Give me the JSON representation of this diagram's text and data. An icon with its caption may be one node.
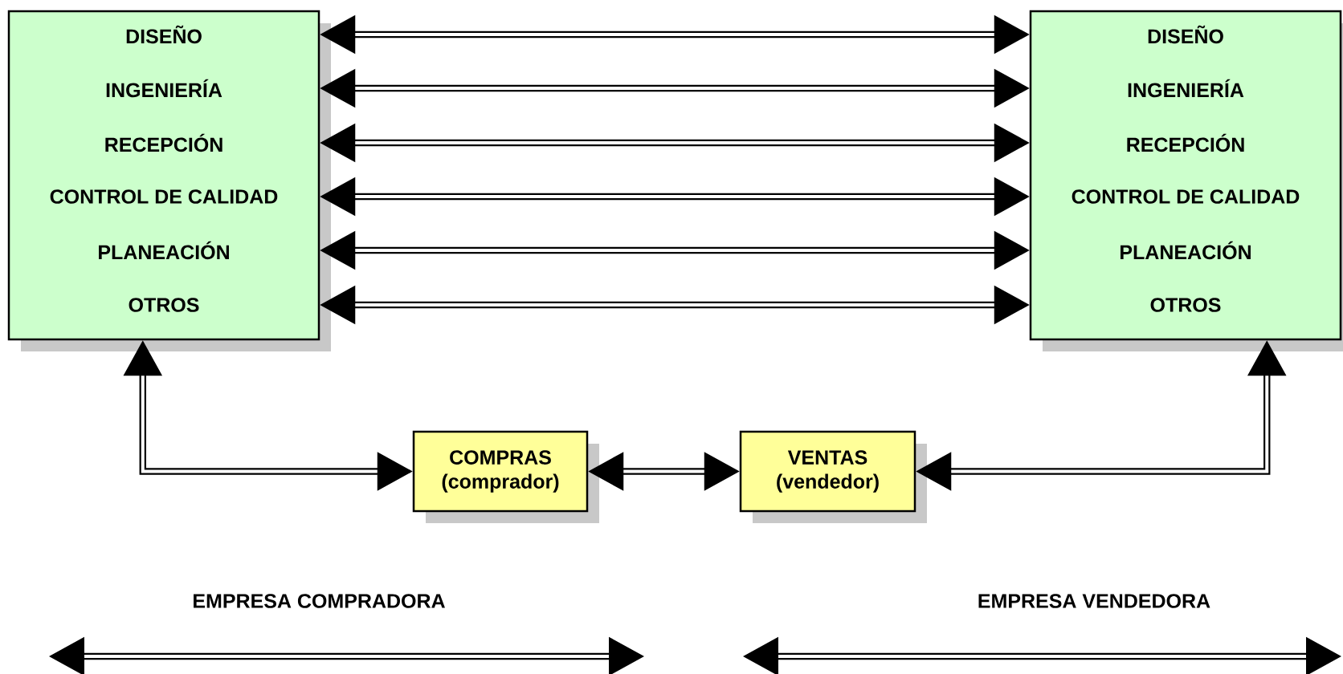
{
  "diagram": {
    "nodes": [
      {
        "text": [
          "DISEÑO",
          "INGENIERÍA",
          "RECEPCIÓN",
          "CONTROL DE CALIDAD",
          "PLANEACIÓN",
          "OTROS"
        ]
      },
      {
        "text": [
          "DISEÑO",
          "INGENIERÍA",
          "RECEPCIÓN",
          "CONTROL DE CALIDAD",
          "PLANEACIÓN",
          "OTROS"
        ]
      },
      {
        "text": [
          "COMPRAS",
          "(comprador)"
        ]
      },
      {
        "text": [
          "VENTAS",
          "(vendedor)"
        ]
      }
    ],
    "edges": [
      {
        "from": 0,
        "to": 1,
        "arrow": "both"
      },
      {
        "from": 0,
        "to": 1,
        "arrow": "both"
      },
      {
        "from": 0,
        "to": 1,
        "arrow": "both"
      },
      {
        "from": 0,
        "to": 1,
        "arrow": "both"
      },
      {
        "from": 0,
        "to": 1,
        "arrow": "both"
      },
      {
        "from": 0,
        "to": 1,
        "arrow": "both"
      },
      {
        "from": 0,
        "to": 2,
        "arrow": "both"
      },
      {
        "from": 2,
        "to": 3,
        "arrow": "both"
      },
      {
        "from": 3,
        "to": 1,
        "arrow": "both"
      }
    ],
    "labels": [
      "EMPRESA COMPRADORA",
      "EMPRESA VENDEDORA"
    ]
  }
}
